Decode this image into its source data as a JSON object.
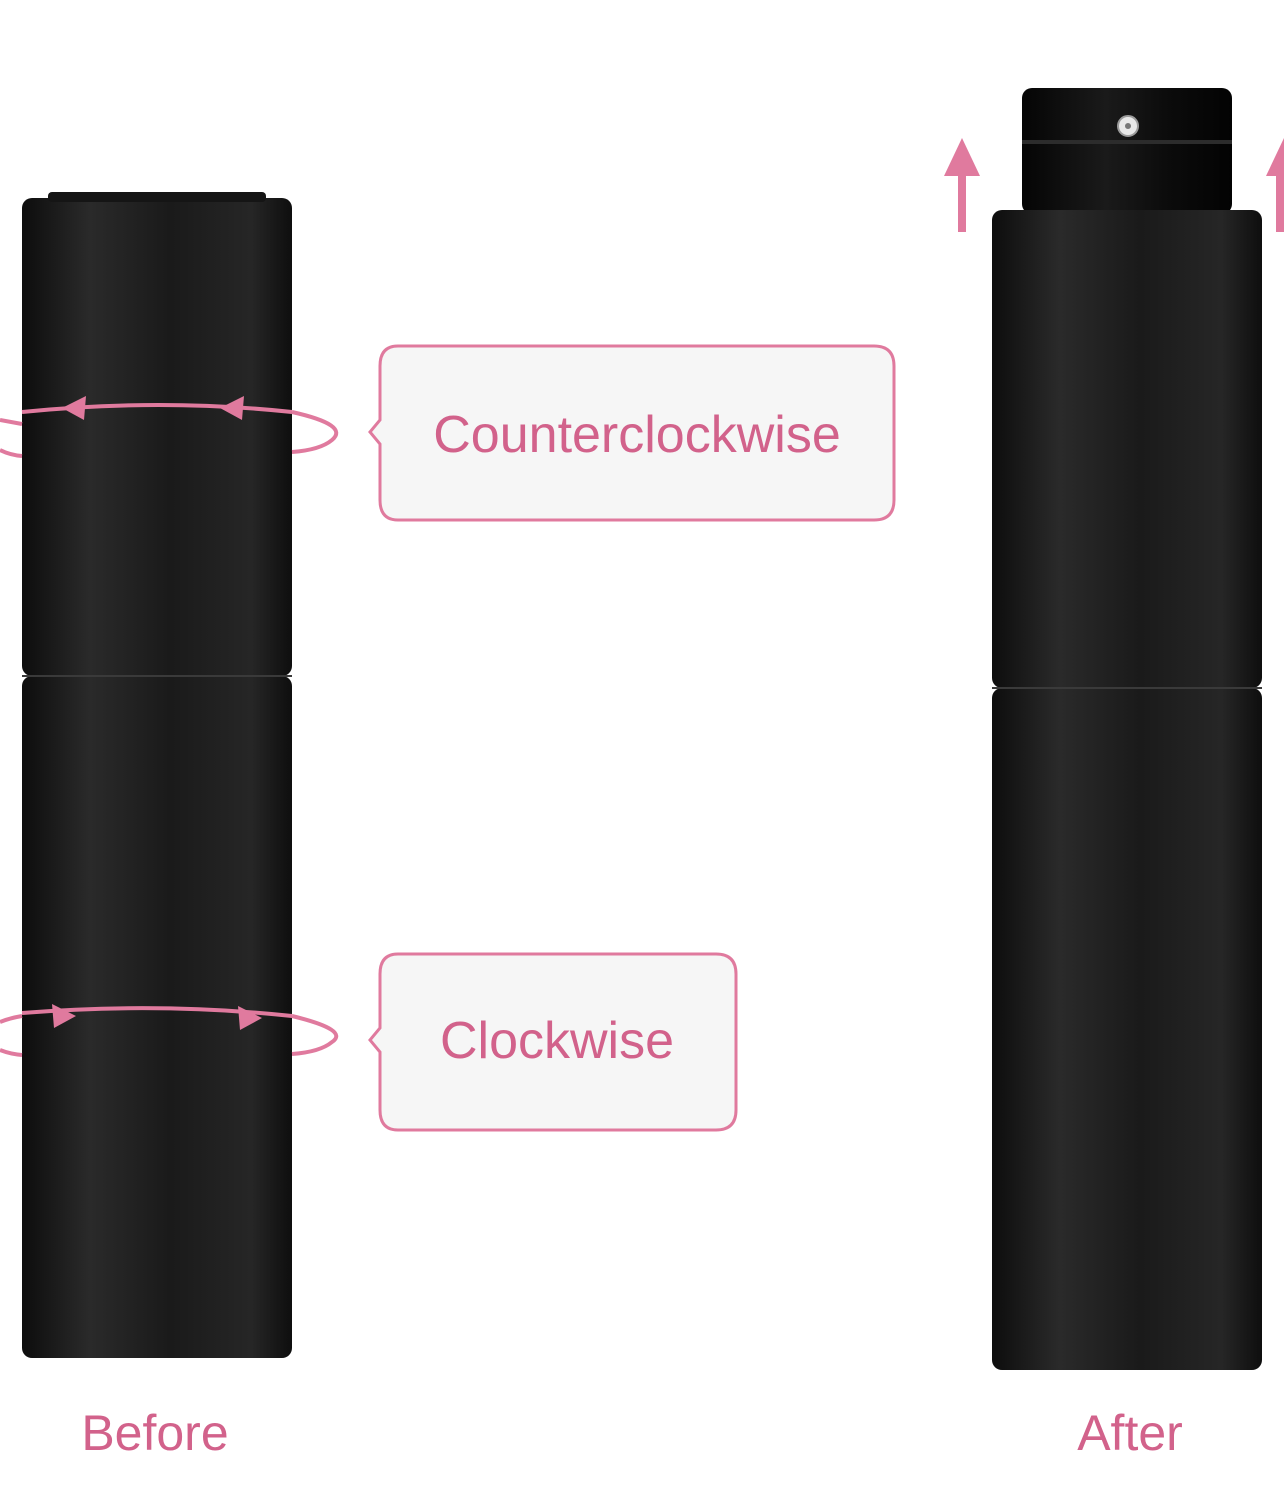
{
  "labels": {
    "counterclockwise": "Counterclockwise",
    "clockwise": "Clockwise",
    "before": "Before",
    "after": "After"
  },
  "colors": {
    "accent": "#e07a9e",
    "accent_text": "#d2628b",
    "callout_bg": "#f6f6f6",
    "bottle": "#1c1c1c"
  },
  "icons": {
    "rotation_ring_top": "counterclockwise-rotation-icon",
    "rotation_ring_bottom": "clockwise-rotation-icon",
    "lift_arrows": "up-arrow-icon"
  }
}
